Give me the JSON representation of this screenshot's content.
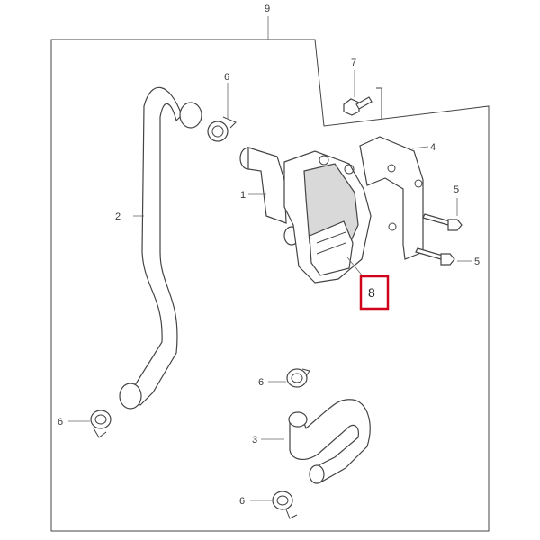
{
  "labels": {
    "assembly": "9",
    "pump": "1",
    "hose_long": "2",
    "hose_short": "3",
    "bracket": "4",
    "bolt_a": "5",
    "bolt_b": "5",
    "clamp_top": "6",
    "clamp_left": "6",
    "clamp_mid": "6",
    "clamp_bottom": "6",
    "bolt_top": "7",
    "connector": "8"
  },
  "colors": {
    "highlight_box": "#d0021b",
    "line": "#444444"
  }
}
